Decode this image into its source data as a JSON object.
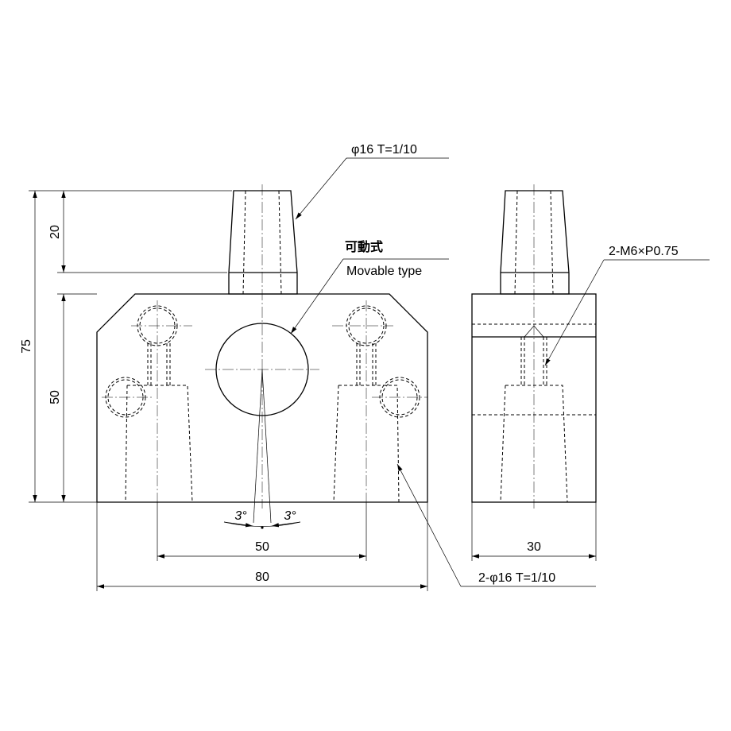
{
  "front_view": {
    "dim_height_total": "75",
    "dim_height_pin": "20",
    "dim_height_block": "50",
    "dim_width_total": "80",
    "dim_hole_pitch": "50",
    "angle_left": "3°",
    "angle_right": "3°"
  },
  "side_view": {
    "dim_width": "30"
  },
  "annotations": {
    "pin_spec": "φ16 T=1/10",
    "movable_jp": "可動式",
    "movable_en": "Movable type",
    "thread_spec": "2-M6×P0.75",
    "hole_spec": "2-φ16 T=1/10"
  }
}
